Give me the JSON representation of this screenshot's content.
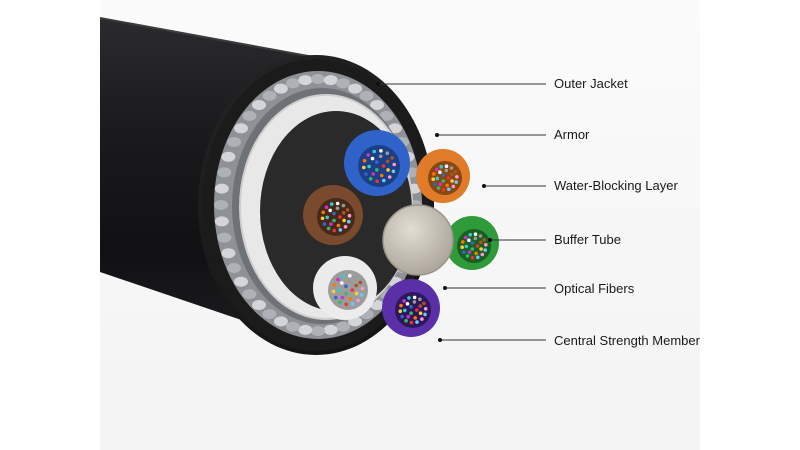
{
  "labels": {
    "outer_jacket": "Outer Jacket",
    "armor": "Armor",
    "water_blocking": "Water-Blocking Layer",
    "buffer_tube": "Buffer Tube",
    "optical_fibers": "Optical Fibers",
    "central_strength": "Central Strength Member"
  },
  "colors": {
    "jacket": "#1c1c1e",
    "armor": "#b9bcc0",
    "water_blocking": "#e6e6e6",
    "tube_blue": "#2f63c9",
    "tube_orange": "#e07b2a",
    "tube_brown": "#7a4a2e",
    "tube_green": "#2f9a3a",
    "tube_white": "#ececec",
    "tube_purple": "#5a2fa8",
    "central_member": "#cfcac2",
    "leader_line": "#333333"
  }
}
